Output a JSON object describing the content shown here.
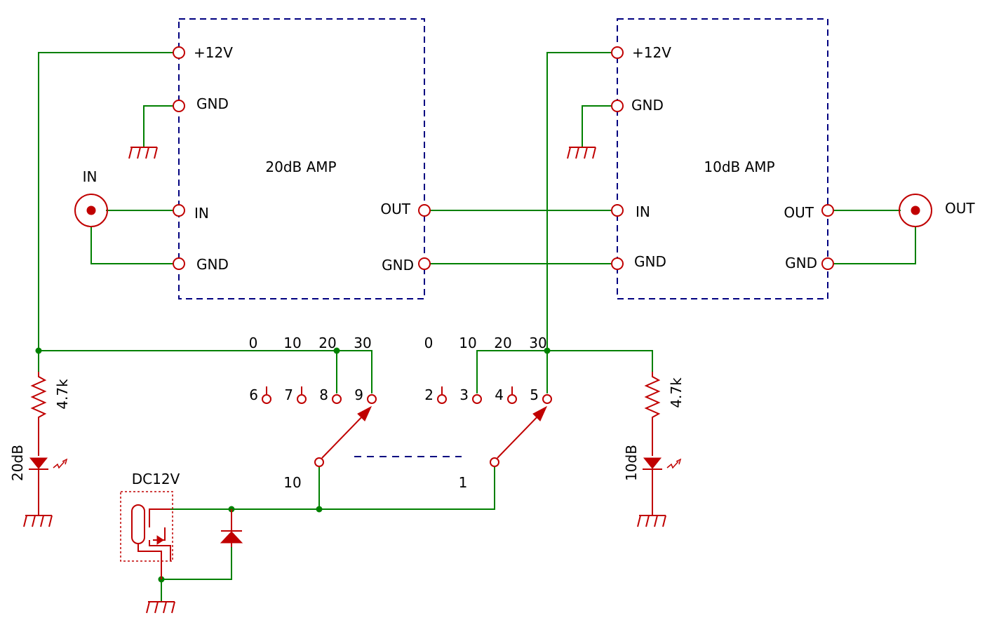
{
  "colors": {
    "wire": "#008000",
    "component": "#c00000",
    "module_outline": "#000080",
    "text": "#000000"
  },
  "amp1": {
    "title": "20dB AMP",
    "pins": {
      "vcc": "+12V",
      "gnd_top": "GND",
      "in": "IN",
      "gnd_left": "GND",
      "out": "OUT",
      "gnd_right": "GND"
    }
  },
  "amp2": {
    "title": "10dB AMP",
    "pins": {
      "vcc": "+12V",
      "gnd_top": "GND",
      "in": "IN",
      "gnd_left": "GND",
      "out": "OUT",
      "gnd_right": "GND"
    }
  },
  "connectors": {
    "input_label": "IN",
    "output_label": "OUT",
    "dc_jack_label": "DC12V"
  },
  "switch1": {
    "positions": [
      "0",
      "10",
      "20",
      "30"
    ],
    "contacts": [
      "6",
      "7",
      "8",
      "9"
    ],
    "common": "10"
  },
  "switch2": {
    "positions": [
      "0",
      "10",
      "20",
      "30"
    ],
    "contacts": [
      "2",
      "3",
      "4",
      "5"
    ],
    "common": "1"
  },
  "resistors": {
    "r1": "4.7k",
    "r2": "4.7k"
  },
  "leds": {
    "led1": "20dB",
    "led2": "10dB"
  }
}
